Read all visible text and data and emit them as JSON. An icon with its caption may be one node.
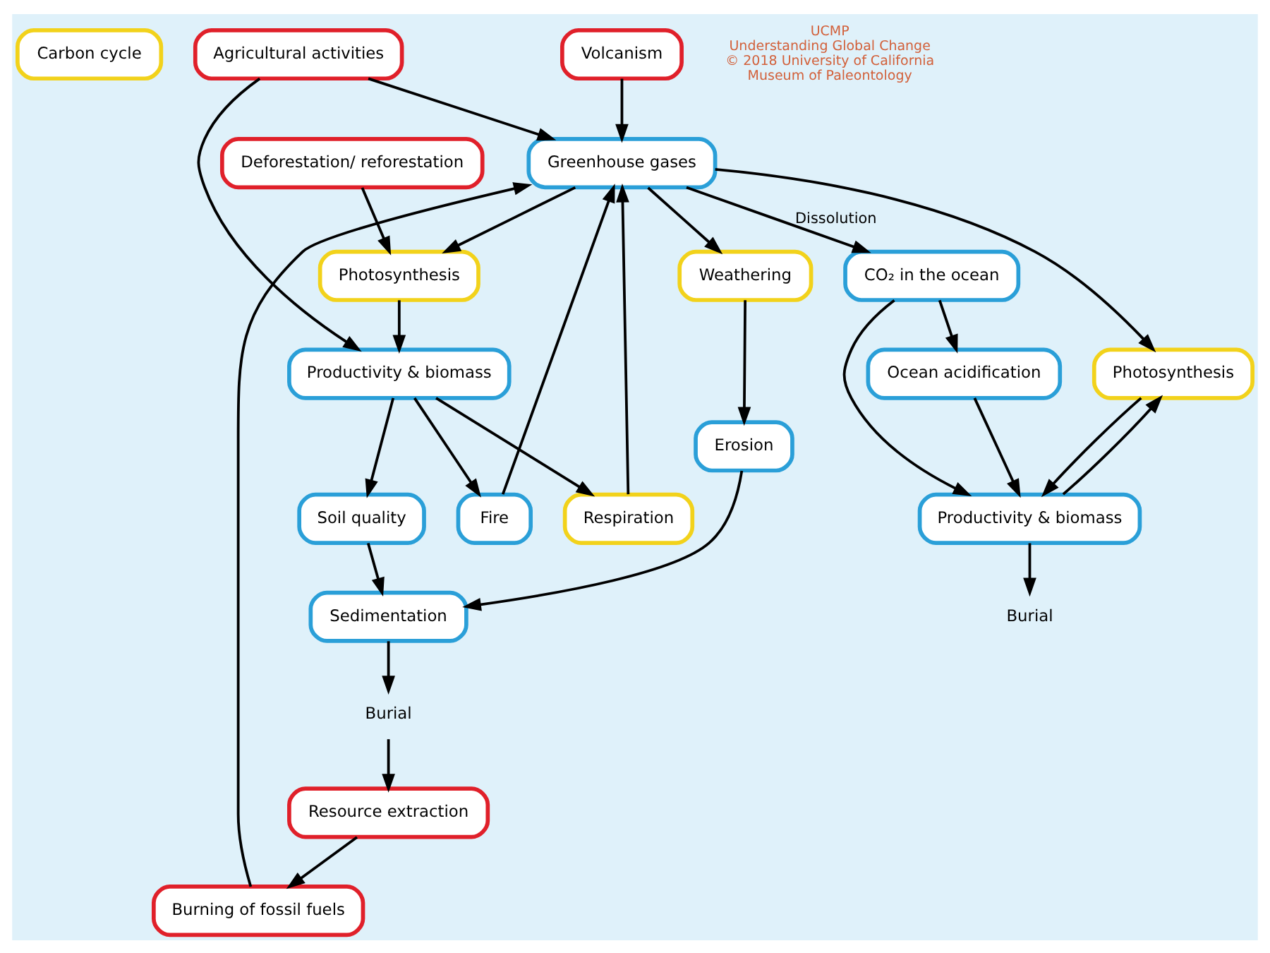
{
  "diagram": {
    "nodes": [
      {
        "text": [
          "Carbon cycle"
        ]
      },
      {
        "text": [
          "Greenhouse gases"
        ]
      },
      {
        "text": [
          "Respiration"
        ]
      },
      {
        "text": [
          "Fire"
        ]
      },
      {
        "text": [
          "Photosynthesis"
        ]
      },
      {
        "text": [
          "Volcanism"
        ]
      },
      {
        "text": [
          "Deforestation/ reforestation"
        ]
      },
      {
        "text": [
          "Productivity & biomass"
        ]
      },
      {
        "text": [
          "Weathering"
        ]
      },
      {
        "text": [
          "Photosynthesis"
        ]
      },
      {
        "text": [
          "Agricultural activities"
        ]
      },
      {
        "text": [
          "CO₂ in the ocean"
        ]
      },
      {
        "text": [
          "Productivity & biomass"
        ]
      },
      {
        "text": [
          "Erosion"
        ]
      },
      {
        "text": [
          "Burning of fossil fuels"
        ]
      },
      {
        "text": [
          "Resource extraction"
        ]
      },
      {
        "text": [
          "Ocean acidification"
        ]
      },
      {
        "text": [
          "Soil quality"
        ]
      },
      {
        "text": [
          "Sedimentation"
        ]
      },
      {
        "text": [
          "Burial"
        ]
      },
      {
        "text": [
          "Burial"
        ]
      }
    ],
    "edges": [
      {
        "from": 1,
        "to": 11,
        "arrow": "to",
        "label": "Dissolution"
      },
      {
        "from": 1,
        "to": 9,
        "arrow": "to"
      },
      {
        "from": 10,
        "to": 1,
        "arrow": "to"
      },
      {
        "from": 3,
        "to": 1,
        "arrow": "to"
      },
      {
        "from": 1,
        "to": 4,
        "arrow": "to"
      },
      {
        "from": 2,
        "to": 1,
        "arrow": "to"
      },
      {
        "from": 7,
        "to": 2,
        "arrow": "to"
      },
      {
        "from": 4,
        "to": 7,
        "arrow": "to"
      },
      {
        "from": 7,
        "to": 3,
        "arrow": "to"
      },
      {
        "from": 14,
        "to": 1,
        "arrow": "to"
      },
      {
        "from": 1,
        "to": 8,
        "arrow": "to"
      },
      {
        "from": 5,
        "to": 1,
        "arrow": "to"
      },
      {
        "from": 6,
        "to": 4,
        "arrow": "to"
      },
      {
        "from": 8,
        "to": 13,
        "arrow": "to"
      },
      {
        "from": 10,
        "to": 7,
        "arrow": "to"
      },
      {
        "from": 7,
        "to": 17,
        "arrow": "to"
      },
      {
        "from": 17,
        "to": 18,
        "arrow": "to"
      },
      {
        "from": 13,
        "to": 18,
        "arrow": "to"
      },
      {
        "from": 15,
        "to": 14,
        "arrow": "to"
      },
      {
        "from": 20,
        "to": 15,
        "arrow": "to"
      },
      {
        "from": 18,
        "to": 20,
        "arrow": "to"
      },
      {
        "from": 12,
        "to": 9,
        "arrow": "to"
      },
      {
        "from": 9,
        "to": 12,
        "arrow": "to"
      },
      {
        "from": 11,
        "to": 12,
        "arrow": "to"
      },
      {
        "from": 11,
        "to": 16,
        "arrow": "to"
      },
      {
        "from": 16,
        "to": 12,
        "arrow": "to"
      },
      {
        "from": 12,
        "to": 19,
        "arrow": "to"
      }
    ],
    "labels": [
      "UCMP",
      "Understanding Global Change",
      "© 2018 University of California",
      "Museum of Paleontology"
    ]
  }
}
